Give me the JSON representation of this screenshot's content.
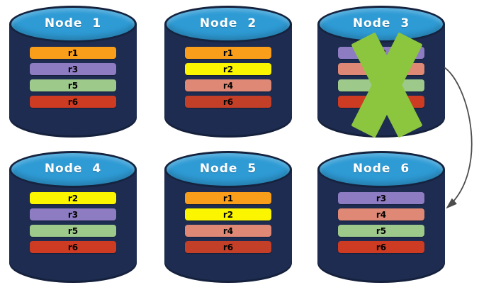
{
  "diagram": {
    "description": "Six database nodes with replica partitions; Node 3 failed (crossed out) and its data is re-replicated to Node 6",
    "nodes": [
      {
        "id": "node-1",
        "label": "Node 1",
        "failed": false,
        "bars": [
          {
            "label": "r1",
            "color": "#F89E1B"
          },
          {
            "label": "r3",
            "color": "#8E7CC3"
          },
          {
            "label": "r5",
            "color": "#9DC98B"
          },
          {
            "label": "r6",
            "color": "#CE3B23"
          }
        ]
      },
      {
        "id": "node-2",
        "label": "Node 2",
        "failed": false,
        "bars": [
          {
            "label": "r1",
            "color": "#F89E1B"
          },
          {
            "label": "r2",
            "color": "#FBF500"
          },
          {
            "label": "r4",
            "color": "#DE8875"
          },
          {
            "label": "r6",
            "color": "#C43F27"
          }
        ]
      },
      {
        "id": "node-3",
        "label": "Node 3",
        "failed": true,
        "bars": [
          {
            "label": "r3",
            "color": "#8E7CC3"
          },
          {
            "label": "",
            "color": "#DE8875"
          },
          {
            "label": "",
            "color": "#9DC98B"
          },
          {
            "label": "",
            "color": "#CE3B23"
          }
        ]
      },
      {
        "id": "node-4",
        "label": "Node 4",
        "failed": false,
        "bars": [
          {
            "label": "r2",
            "color": "#FBF500"
          },
          {
            "label": "r3",
            "color": "#8E7CC3"
          },
          {
            "label": "r5",
            "color": "#9DC98B"
          },
          {
            "label": "r6",
            "color": "#CE3B23"
          }
        ]
      },
      {
        "id": "node-5",
        "label": "Node 5",
        "failed": false,
        "bars": [
          {
            "label": "r1",
            "color": "#F89E1B"
          },
          {
            "label": "r2",
            "color": "#FBF500"
          },
          {
            "label": "r4",
            "color": "#DE8875"
          },
          {
            "label": "r6",
            "color": "#C43F27"
          }
        ]
      },
      {
        "id": "node-6",
        "label": "Node 6",
        "failed": false,
        "bars": [
          {
            "label": "r3",
            "color": "#8E7CC3"
          },
          {
            "label": "r4",
            "color": "#DE8875"
          },
          {
            "label": "r5",
            "color": "#9DC98B"
          },
          {
            "label": "r6",
            "color": "#CE3B23"
          }
        ]
      }
    ],
    "failure_mark": {
      "on_node": "Node 3",
      "glyph": "X",
      "color": "#8CC63E"
    },
    "arrow": {
      "from": "Node 3",
      "to": "Node 6",
      "color": "#4D4D4D"
    },
    "colors": {
      "cylinder_body": "#1D2C50",
      "cylinder_top": "#2E9BD5",
      "cylinder_outline": "#15233F",
      "background": "#FFFFFF",
      "node_title_text": "#FFFFFF",
      "bar_text": "#000000"
    }
  }
}
